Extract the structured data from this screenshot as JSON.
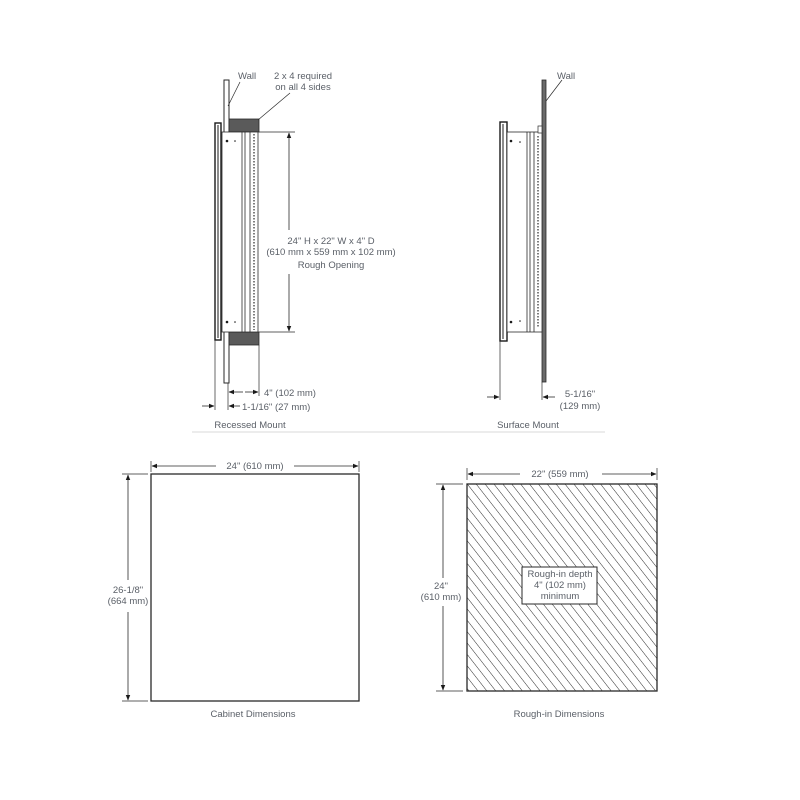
{
  "recessed": {
    "wall_label": "Wall",
    "stud_note_line1": "2 x 4 required",
    "stud_note_line2": "on all 4 sides",
    "rough_opening_line1": "24\" H  x  22\" W x 4\" D",
    "rough_opening_line2": "(610 mm x 559 mm x 102 mm)",
    "rough_opening_line3": "Rough Opening",
    "depth_label": "4\" (102 mm)",
    "protrusion_label": "1-1/16\" (27 mm)",
    "caption": "Recessed Mount"
  },
  "surface": {
    "wall_label": "Wall",
    "depth_line1": "5-1/16\"",
    "depth_line2": "(129 mm)",
    "caption": "Surface Mount"
  },
  "cabinet": {
    "width_label": "24\" (610 mm)",
    "height_line1": "26-1/8\"",
    "height_line2": "(664 mm)",
    "caption": "Cabinet Dimensions"
  },
  "roughin": {
    "width_label": "22\" (559 mm)",
    "height_line1": "24\"",
    "height_line2": "(610 mm)",
    "box_line1": "Rough-in depth",
    "box_line2": "4\" (102 mm)",
    "box_line3": "minimum",
    "caption": "Rough-in Dimensions"
  },
  "colors": {
    "line": "#2a2a2a",
    "text": "#5b6068",
    "stud": "#555555",
    "wall": "#6a6a6a"
  }
}
